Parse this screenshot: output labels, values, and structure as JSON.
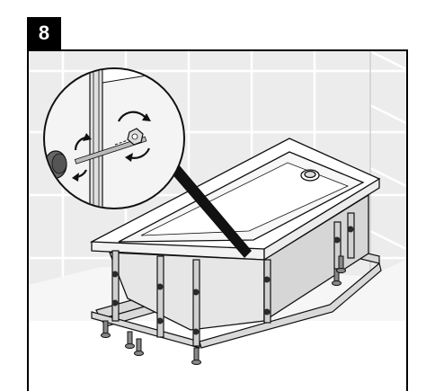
{
  "step": {
    "number": "8"
  },
  "illustration": {
    "subject": "bathtub-frame-assembly",
    "detail": "leg-screw-and-nut-rotation",
    "colors": {
      "wall": "#e9e9e9",
      "grout": "#ffffff",
      "tub": "#ffffff",
      "frame": "#d9d9d9",
      "outline": "#111111",
      "shadow": "#bdbdbd"
    }
  }
}
